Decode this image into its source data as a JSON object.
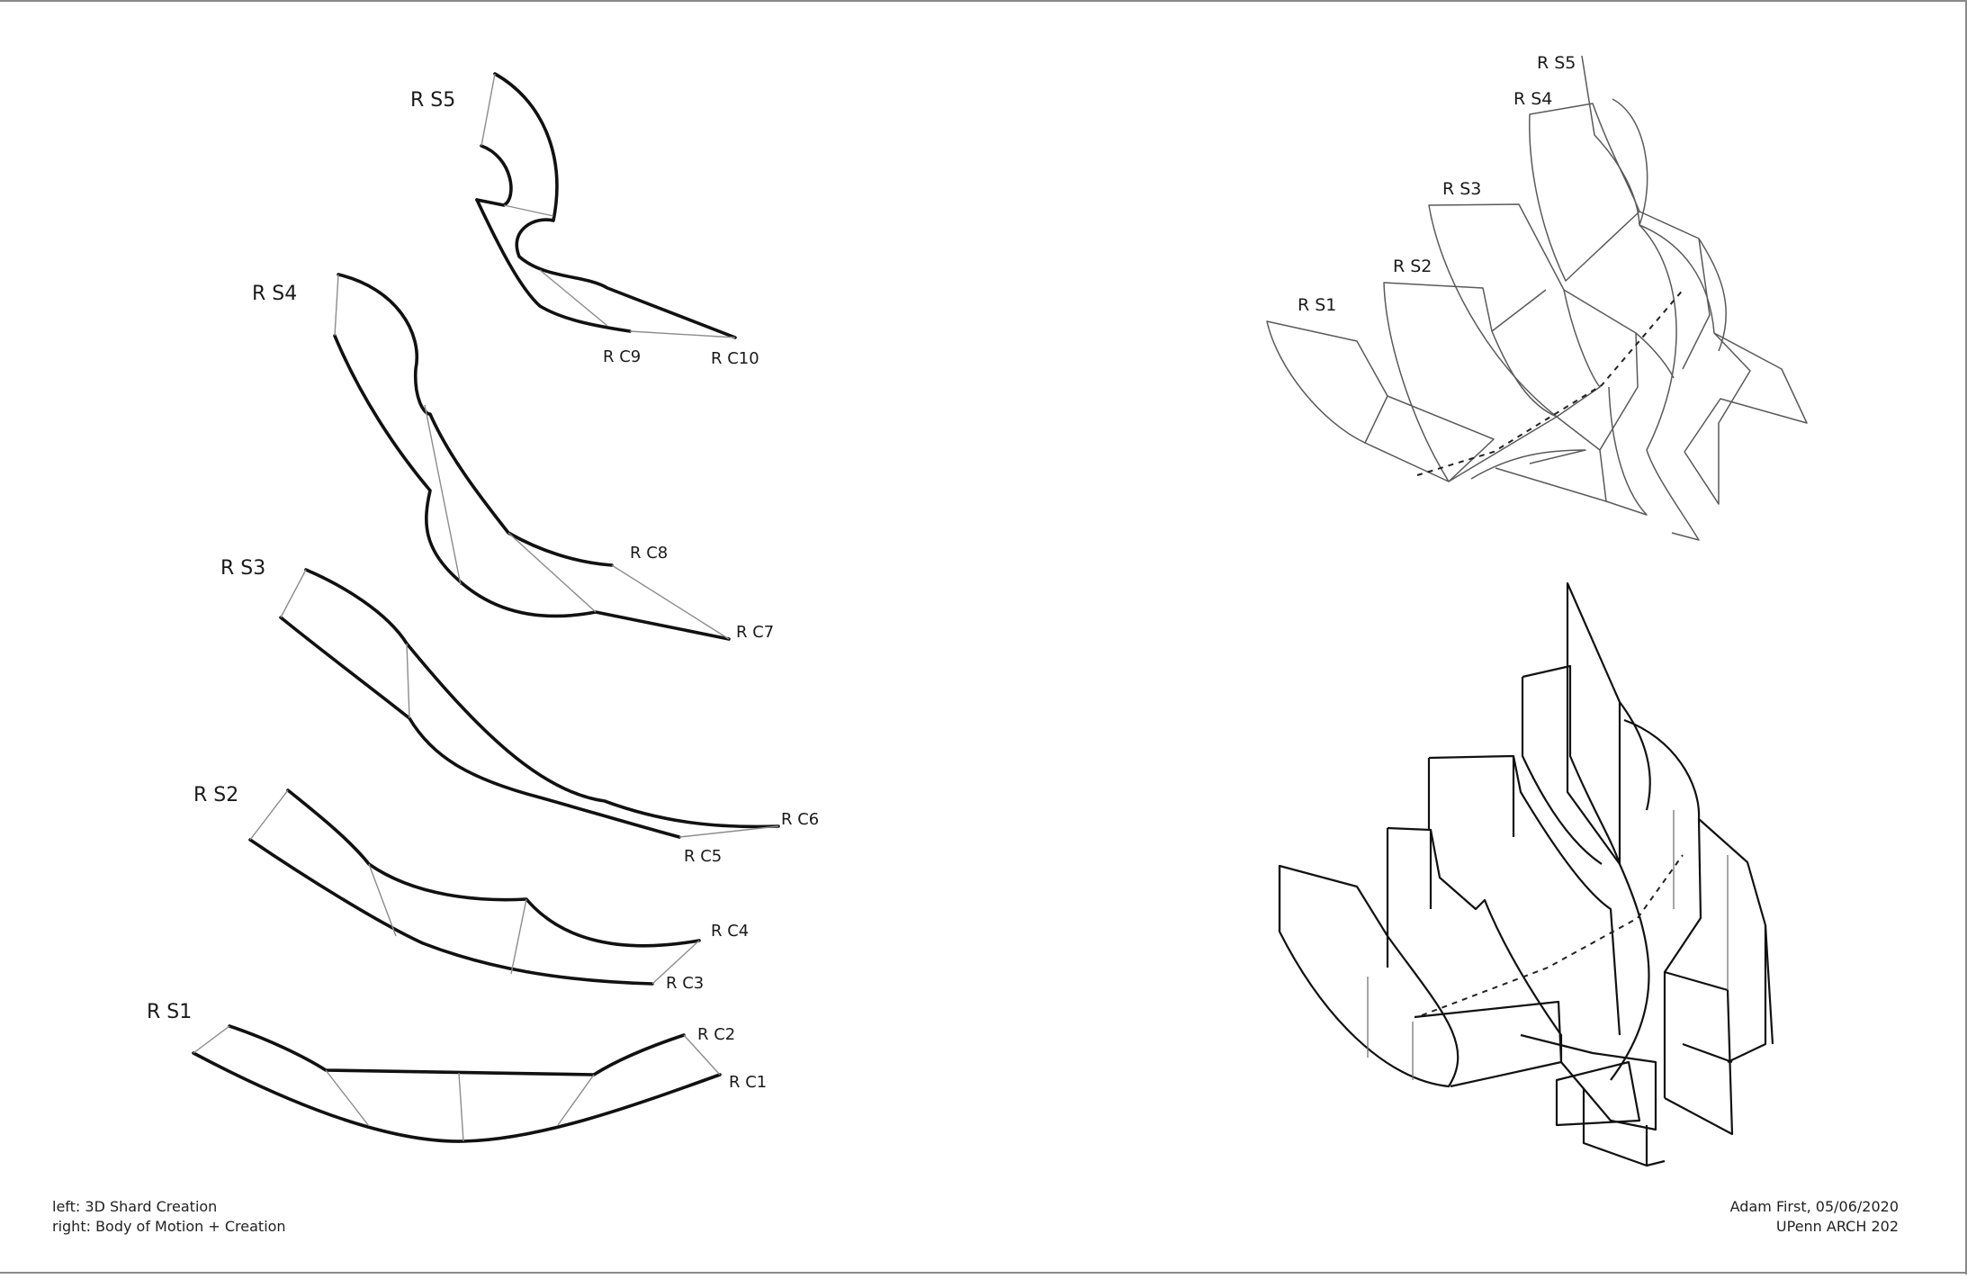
{
  "left_diagram": {
    "shards": [
      {
        "label": "R S1",
        "curves": [
          "R C1",
          "R C2"
        ]
      },
      {
        "label": "R S2",
        "curves": [
          "R C3",
          "R C4"
        ]
      },
      {
        "label": "R S3",
        "curves": [
          "R C5",
          "R C6"
        ]
      },
      {
        "label": "R S4",
        "curves": [
          "R C7",
          "R C8"
        ]
      },
      {
        "label": "R S5",
        "curves": [
          "R C9",
          "R C10"
        ]
      }
    ]
  },
  "right_top_diagram": {
    "labels": [
      "R S5",
      "R S4",
      "R S3",
      "R S2",
      "R S1"
    ]
  },
  "captions": {
    "left_line1": "left:  3D Shard Creation",
    "left_line2": "right: Body of Motion + Creation",
    "right_line1": "Adam First,  05/06/2020",
    "right_line2": "UPenn ARCH 202"
  }
}
